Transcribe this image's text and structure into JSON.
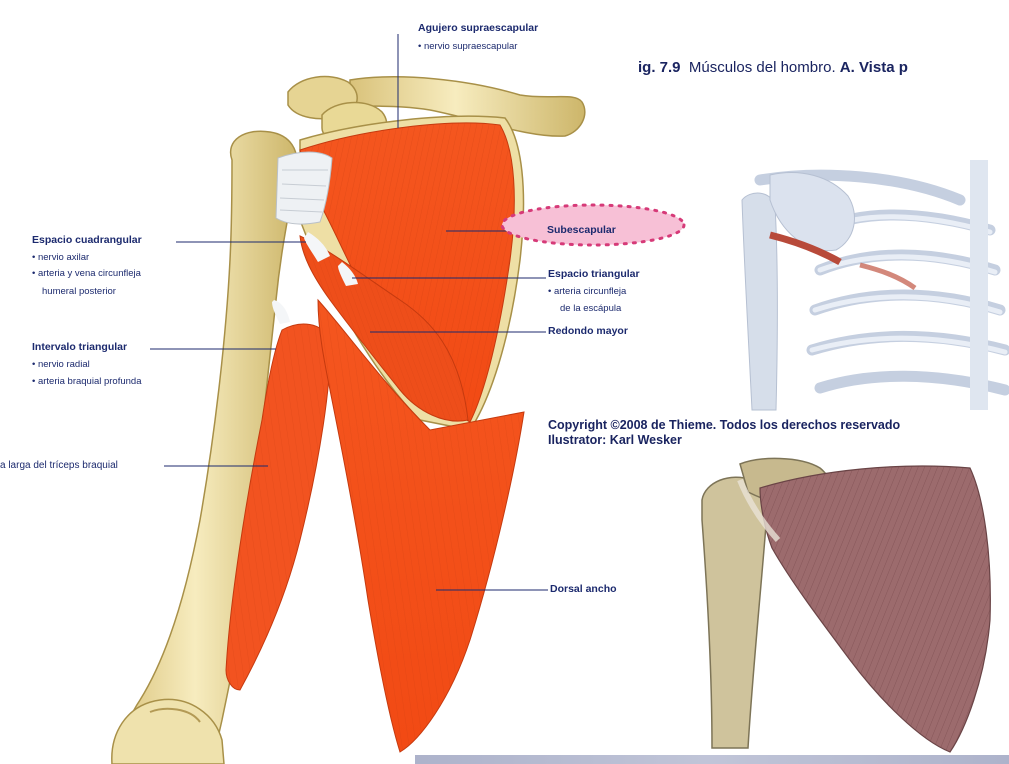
{
  "figure": {
    "title_prefix": "ig. 7.9",
    "title_text": "Músculos del hombro.",
    "title_suffix": "A. Vista p"
  },
  "copyright": {
    "line1": "Copyright ©2008 de Thieme. Todos los derechos reservado",
    "line2": "Ilustrator: Karl Wesker"
  },
  "labels": {
    "agujero": {
      "title": "Agujero supraescapular",
      "items": [
        "• nervio supraescapular"
      ]
    },
    "subescapular": {
      "title": "Subescapular"
    },
    "espacio_cuadrangular": {
      "title": "Espacio cuadrangular",
      "items": [
        "• nervio axilar",
        "• arteria y vena circunfleja",
        "humeral posterior"
      ]
    },
    "espacio_triangular": {
      "title": "Espacio triangular",
      "items": [
        "• arteria circunfleja",
        "de la escápula"
      ]
    },
    "redondo_mayor": {
      "title": "Redondo mayor"
    },
    "intervalo_triangular": {
      "title": "Intervalo triangular",
      "items": [
        "• nervio radial",
        "• arteria braquial profunda"
      ]
    },
    "triceps": {
      "title": "a larga del tríceps braquial"
    },
    "dorsal_ancho": {
      "title": "Dorsal ancho"
    }
  },
  "colors": {
    "muscle": "#f2511c",
    "muscle_dark": "#c93a10",
    "bone": "#f1e3a6",
    "bone_shadow": "#c9b56a",
    "label_text": "#1c2a6e",
    "highlight": "#f25c93"
  }
}
